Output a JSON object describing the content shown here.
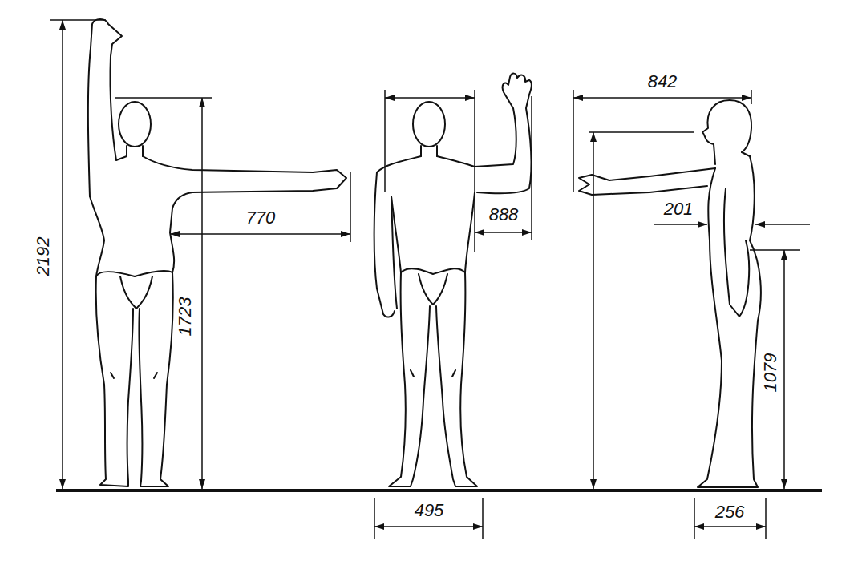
{
  "diagram": {
    "labels": [
      "2192",
      "1723",
      "770",
      "888",
      "495",
      "842",
      "201",
      "1079",
      "256"
    ]
  }
}
